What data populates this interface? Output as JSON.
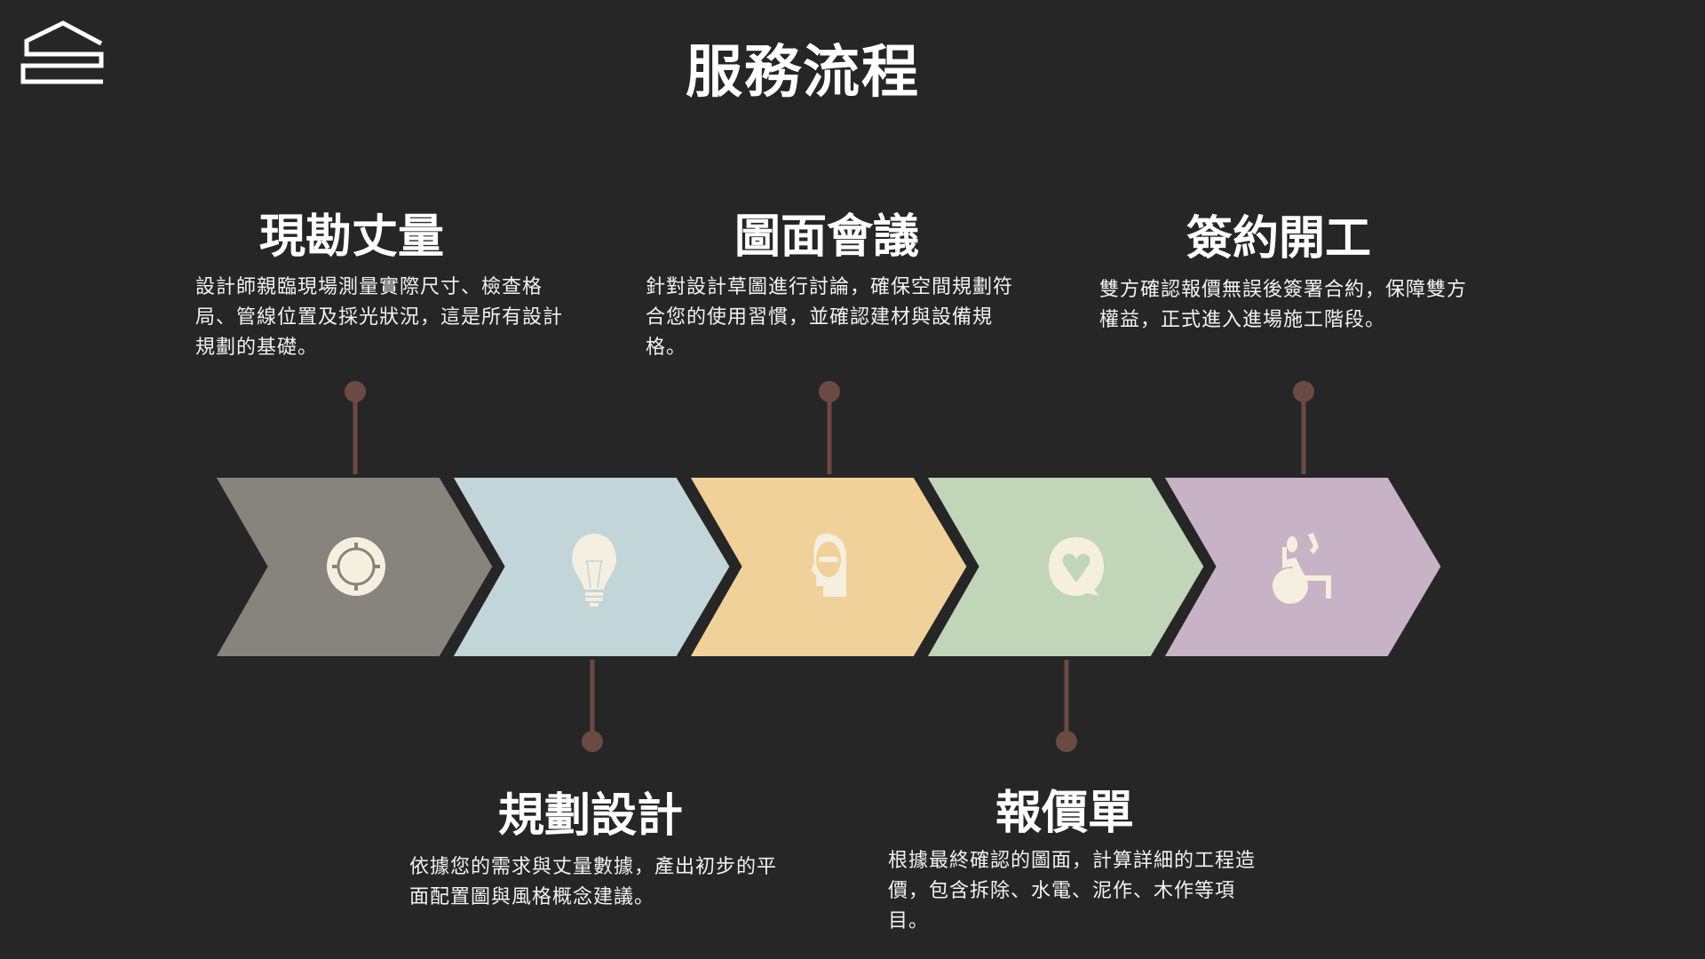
{
  "title": "服務流程",
  "colors": {
    "background": "#262626",
    "pin": "#6b4a43",
    "icon": "#f5efe0"
  },
  "steps": [
    {
      "title": "現勘丈量",
      "desc": "設計師親臨現場測量實際尺寸、檢查格局、管線位置及採光狀況，這是所有設計規劃的基礎。",
      "icon": "crosshair-icon",
      "color": "#86847c",
      "label_position": "top"
    },
    {
      "title": "規劃設計",
      "desc": "依據您的需求與丈量數據，產出初步的平面配置圖與風格概念建議。",
      "icon": "lightbulb-icon",
      "color": "#c2d5d8",
      "label_position": "bottom"
    },
    {
      "title": "圖面會議",
      "desc": "針對設計草圖進行討論，確保空間規劃符合您的使用習慣，並確認建材與設備規格。",
      "icon": "head-minus-icon",
      "color": "#f0d19a",
      "label_position": "top"
    },
    {
      "title": "報價單",
      "desc": "根據最終確認的圖面，計算詳細的工程造價，包含拆除、水電、泥作、木作等項目。",
      "icon": "heart-chat-icon",
      "color": "#c1d5b8",
      "label_position": "bottom"
    },
    {
      "title": "簽約開工",
      "desc": "雙方確認報價無誤後簽署合約，保障雙方權益，正式進入進場施工階段。",
      "icon": "wheelchair-icon",
      "color": "#c8b2c6",
      "label_position": "top"
    }
  ]
}
